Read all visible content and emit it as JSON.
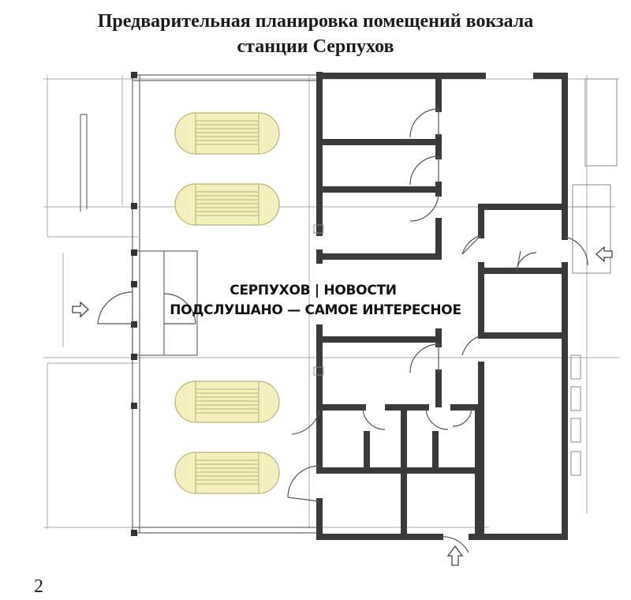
{
  "title": {
    "line1": "Предварительная планировка помещений вокзала",
    "line2": "станции Серпухов"
  },
  "watermark": {
    "line1": "СЕРПУХОВ | НОВОСТИ",
    "line2": "ПОДСЛУШАНО — САМОЕ ИНТЕРЕСНОЕ"
  },
  "page_number": "2",
  "colors": {
    "wall": "#3a3a3a",
    "thin_line": "#9a9a9a",
    "stair_fill": "#f3efbf",
    "stair_stroke": "#b9b070",
    "background": "#ffffff"
  },
  "stairs_count": 4,
  "entrance_arrows": 3
}
